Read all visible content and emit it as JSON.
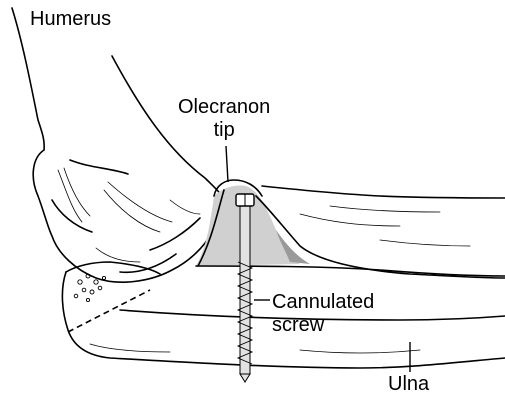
{
  "labels": {
    "humerus": "Humerus",
    "olecranon_line1": "Olecranon",
    "olecranon_line2": "tip",
    "screw_line1": "Cannulated",
    "screw_line2": "screw",
    "ulna": "Ulna"
  },
  "colors": {
    "outline": "#000000",
    "shade": "#d0d0d0",
    "screw": "#e2e2e2",
    "background": "#ffffff"
  }
}
